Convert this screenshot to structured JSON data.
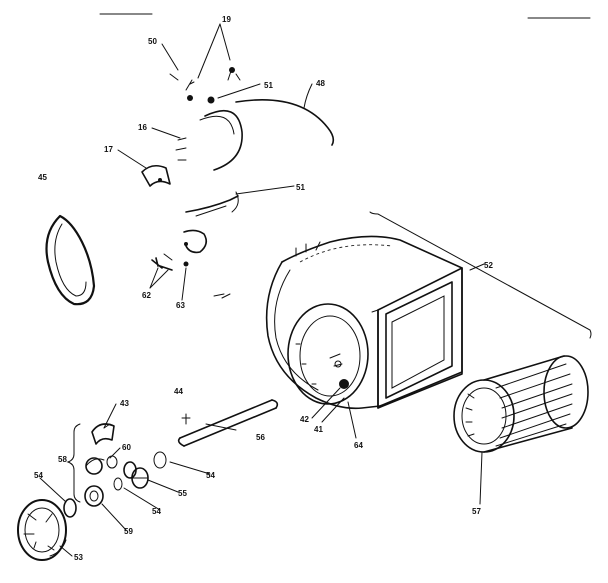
{
  "diagram": {
    "callouts": {
      "c19": "19",
      "c50": "50",
      "c51a": "51",
      "c48": "48",
      "c16": "16",
      "c17": "17",
      "c45": "45",
      "c51b": "51",
      "c52": "52",
      "c62": "62",
      "c63": "63",
      "c44": "44",
      "c42": "42",
      "c41": "41",
      "c56": "56",
      "c64": "64",
      "c43": "43",
      "c58": "58",
      "c60": "60",
      "c54a": "54",
      "c54b": "54",
      "c55": "55",
      "c54c": "54",
      "c59": "59",
      "c53": "53",
      "c57": "57"
    }
  }
}
